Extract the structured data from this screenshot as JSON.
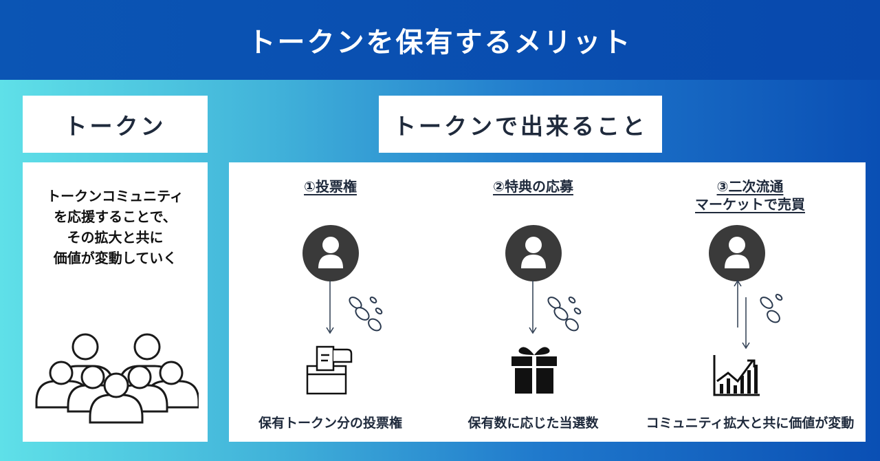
{
  "header": {
    "title": "トークンを保有するメリット"
  },
  "token_section": {
    "label": "トークン",
    "description_lines": [
      "トークンコミュニティ",
      "を応援することで、",
      "その拡大と共に",
      "価値が変動していく"
    ],
    "icon": "community-group-icon"
  },
  "benefits_section": {
    "label": "トークンで出来ること",
    "items": [
      {
        "title_lines": [
          "①投票権"
        ],
        "caption": "保有トークン分の投票権",
        "icon": "ballot-box-icon"
      },
      {
        "title_lines": [
          "②特典の応募"
        ],
        "caption": "保有数に応じた当選数",
        "icon": "gift-box-icon"
      },
      {
        "title_lines": [
          "③二次流通",
          "マーケットで売買"
        ],
        "caption": "コミュニティ拡大と共に価値が変動",
        "icon": "rising-chart-icon"
      }
    ]
  },
  "colors": {
    "header_bg": "#0b55b4",
    "text_dark": "#1f2a3c",
    "avatar_dark": "#3a3a3a"
  }
}
